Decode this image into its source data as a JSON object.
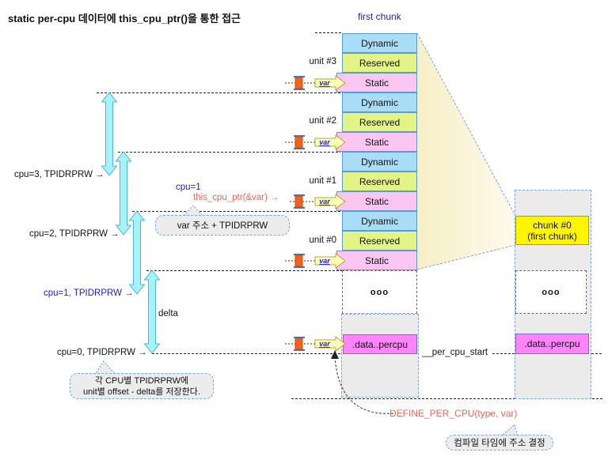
{
  "title": "static per-cpu 데이터에 this_cpu_ptr()을 통한 접근",
  "header": {
    "first_chunk_label": "first chunk"
  },
  "stack": {
    "units": [
      {
        "label": "unit #3",
        "rows": [
          "Dynamic",
          "Reserved",
          "Static"
        ]
      },
      {
        "label": "unit #2",
        "rows": [
          "Dynamic",
          "Reserved",
          "Static"
        ]
      },
      {
        "label": "unit #1",
        "rows": [
          "Dynamic",
          "Reserved",
          "Static"
        ]
      },
      {
        "label": "unit #0",
        "rows": [
          "Dynamic",
          "Reserved",
          "Static"
        ]
      }
    ],
    "ellipsis": "ooo",
    "percpu_section": ".data..percpu"
  },
  "chunk_column": {
    "chunk_title": "chunk #0",
    "chunk_subtitle": "(first chunk)",
    "ellipsis": "ooo",
    "percpu_section": ".data..percpu"
  },
  "cpu_labels": {
    "cpu3": "cpu=3, TPIDRPRW →",
    "cpu2": "cpu=2, TPIDRPRW →",
    "cpu1": "cpu=1, TPIDRPRW →",
    "cpu0": "cpu=0, TPIDRPRW →"
  },
  "annotations": {
    "cpu1": "cpu=1",
    "this_cpu_ptr": "this_cpu_ptr(&var) →",
    "delta": "delta",
    "per_cpu_start": "__per_cpu_start",
    "define_per_cpu": "DEFINE_PER_CPU(type, var)",
    "var": "var"
  },
  "callouts": {
    "var_addr": "var 주소 + TPIDRPRW",
    "tpidrprw_line1": "각 CPU별 TPIDRPRW에",
    "tpidrprw_line2": "unit별 offset - delta를 저장한다.",
    "compile_time": "컴파일 타임에 주소 결정"
  },
  "colors": {
    "dynamic": "#a9dcf5",
    "reserved": "#e3f386",
    "static": "#fbc7f2",
    "chunk_yellow": "#fff500",
    "percpu_magenta": "#fd84fb",
    "block_border_blue": "#5b9bd5",
    "offset_arrow_cyan": "#a5f2fa",
    "marker_orange": "#f06318",
    "annotation_red": "#f0645a",
    "annotation_blue": "#2222cc"
  }
}
